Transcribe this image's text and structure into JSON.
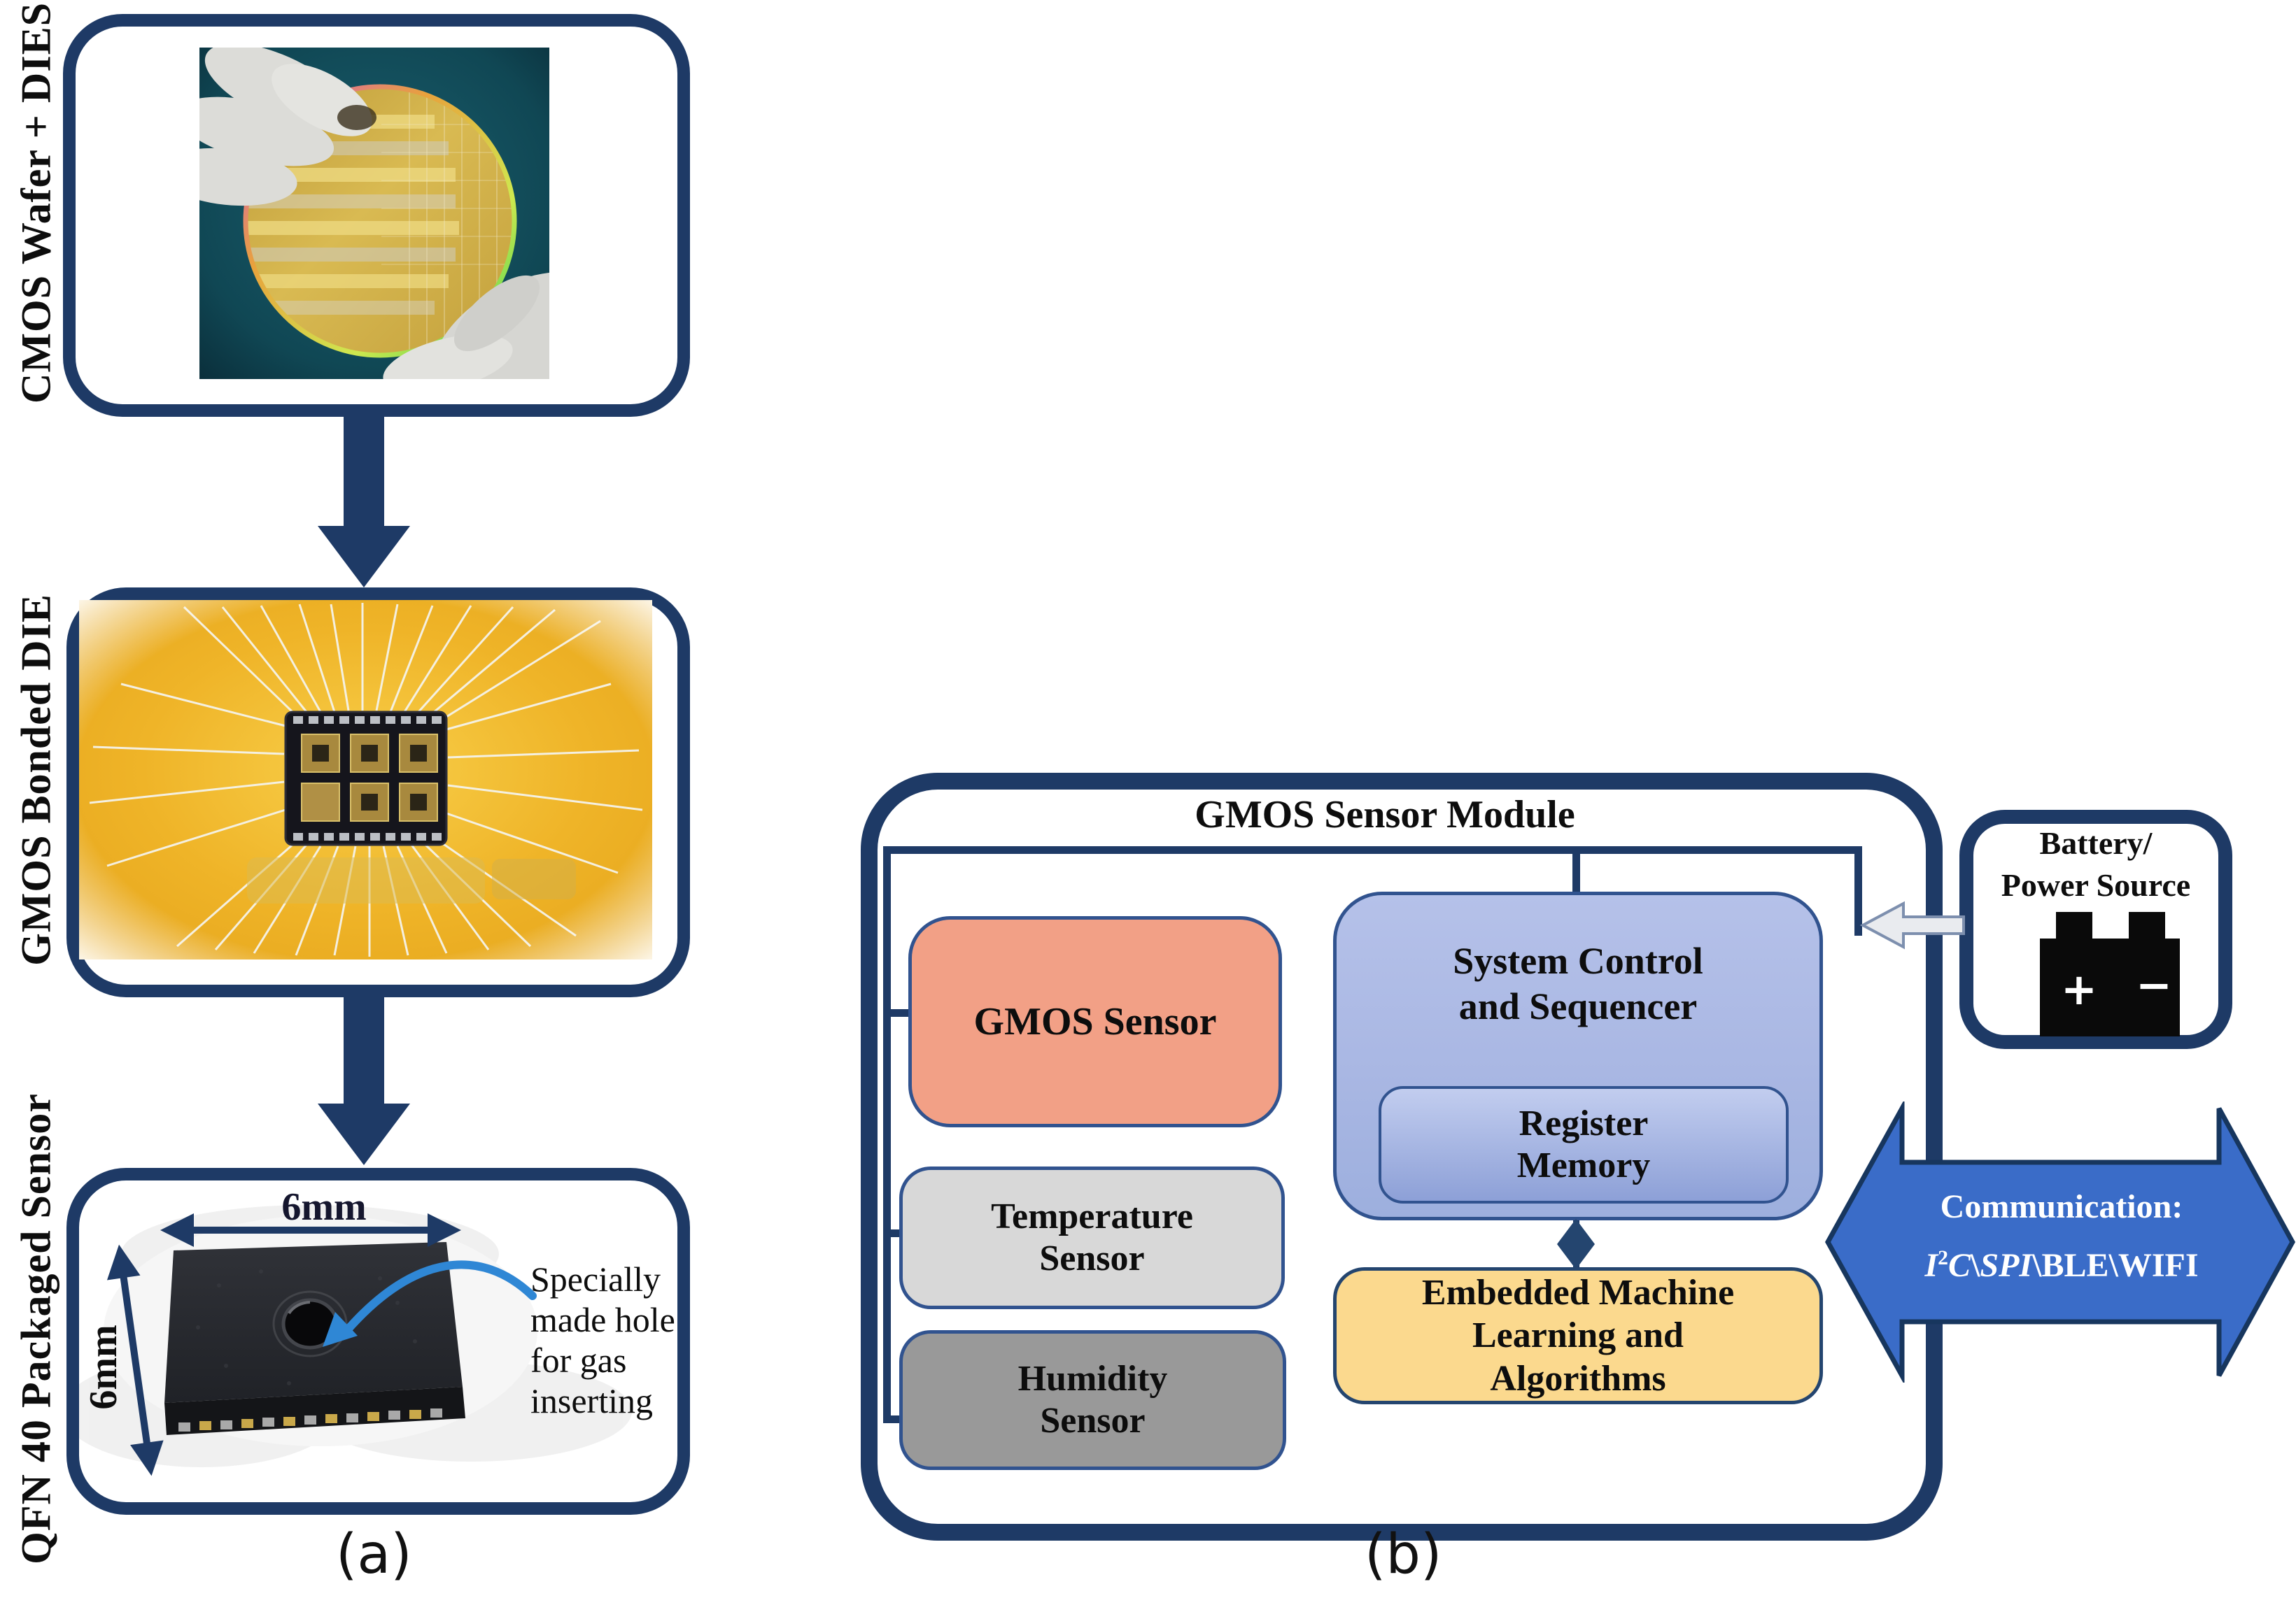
{
  "figure": {
    "panel_a_label": "(a)",
    "panel_b_label": "(b)"
  },
  "panel_a": {
    "step1_label": "CMOS Wafer + DIES",
    "step2_label": "GMOS Bonded DIE",
    "step3_label": "QFN 40 Packaged Sensor",
    "qfn": {
      "width_dim": "6mm",
      "height_dim": "6mm",
      "annotation_lines": [
        "Specially",
        "made hole",
        "for gas",
        "inserting"
      ]
    }
  },
  "panel_b": {
    "title": "GMOS Sensor Module",
    "gmos_sensor": "GMOS Sensor",
    "temperature_lines": [
      "Temperature",
      "Sensor"
    ],
    "humidity_lines": [
      "Humidity",
      "Sensor"
    ],
    "system_control_lines": [
      "System Control",
      "and Sequencer"
    ],
    "register_lines": [
      "Register",
      "Memory"
    ],
    "embedded_lines": [
      "Embedded Machine",
      "Learning and",
      "Algorithms"
    ],
    "battery_lines": [
      "Battery/",
      "Power Source"
    ],
    "battery_plus": "+",
    "battery_minus": "−",
    "comm": {
      "line1": "Communication:",
      "i": "I",
      "sup": "2",
      "c": "C",
      "bs1": "\\",
      "spi": "SPI",
      "bs2": "\\",
      "ble": "BLE",
      "bs3": "\\",
      "wifi": "WIFI"
    }
  },
  "colors": {
    "navy": "#1e3a66",
    "salmon": "#f2a086",
    "light_gray": "#d8d8d8",
    "mid_gray": "#999999",
    "periwinkle": "#aebce4",
    "amber": "#fbd98e",
    "comm_blue": "#3a6cc8",
    "power_gray": "#e9ebef",
    "anno_blue": "#2f87d5"
  }
}
